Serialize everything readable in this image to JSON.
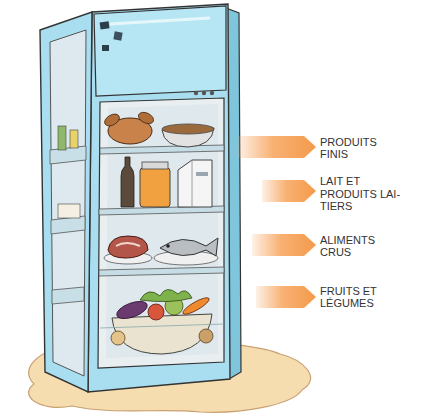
{
  "diagram": {
    "labels": [
      "PRODUITS FINIS",
      "LAIT ET PRODUITS LAI- TIERS",
      "ALIMENTS CRUS",
      "FRUITS ET LÉGUMES"
    ]
  }
}
